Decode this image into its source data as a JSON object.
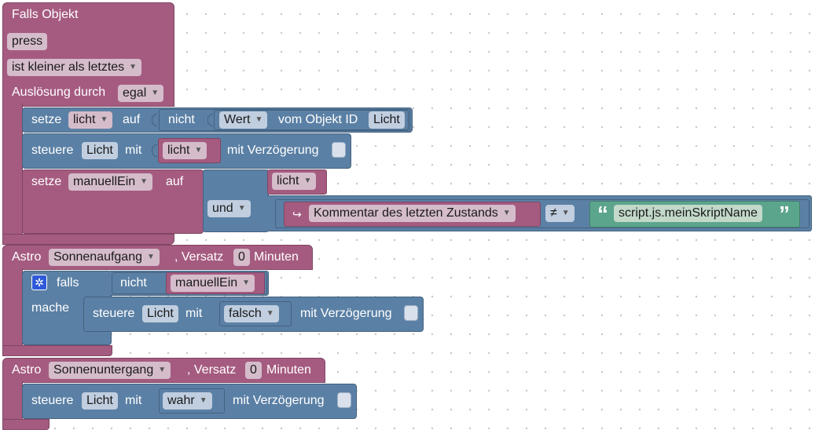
{
  "trigger": {
    "header": "Falls Objekt",
    "object": "press",
    "condition": "ist kleiner als letztes",
    "trigger_by_label": "Auslösung durch",
    "trigger_by_value": "egal"
  },
  "set_licht": {
    "setze": "setze",
    "var": "licht",
    "auf": "auf",
    "not": "nicht",
    "attr": "Wert",
    "from_obj": "vom Objekt ID",
    "obj_id": "Licht"
  },
  "control_1": {
    "steuere": "steuere",
    "target": "Licht",
    "mit": "mit",
    "value": "licht",
    "delay": "mit Verzögerung"
  },
  "set_manuell": {
    "setze": "setze",
    "var": "manuellEin",
    "auf": "auf",
    "op": "und",
    "operand1": "licht",
    "comment_icon": "↪",
    "comment": "Kommentar des letzten Zustands",
    "cmp": "≠",
    "quote_open": "“",
    "string": "script.js.meinSkriptName",
    "quote_close": "”"
  },
  "astro_1": {
    "astro": "Astro",
    "event": "Sonnenaufgang",
    "offset_label": ", Versatz",
    "offset": "0",
    "unit": "Minuten"
  },
  "if_block": {
    "gear_icon": "gear-icon",
    "falls": "falls",
    "not": "nicht",
    "var": "manuellEin",
    "mache": "mache"
  },
  "control_2": {
    "steuere": "steuere",
    "target": "Licht",
    "mit": "mit",
    "value": "falsch",
    "delay": "mit Verzögerung"
  },
  "astro_2": {
    "astro": "Astro",
    "event": "Sonnenuntergang",
    "offset_label": ", Versatz",
    "offset": "0",
    "unit": "Minuten"
  },
  "control_3": {
    "steuere": "steuere",
    "target": "Licht",
    "mit": "mit",
    "value": "wahr",
    "delay": "mit Verzögerung"
  },
  "colors": {
    "event_block": "#a55b80",
    "action_block": "#5b80a5",
    "text_block": "#5ba58c",
    "workspace": "#ffffff"
  }
}
